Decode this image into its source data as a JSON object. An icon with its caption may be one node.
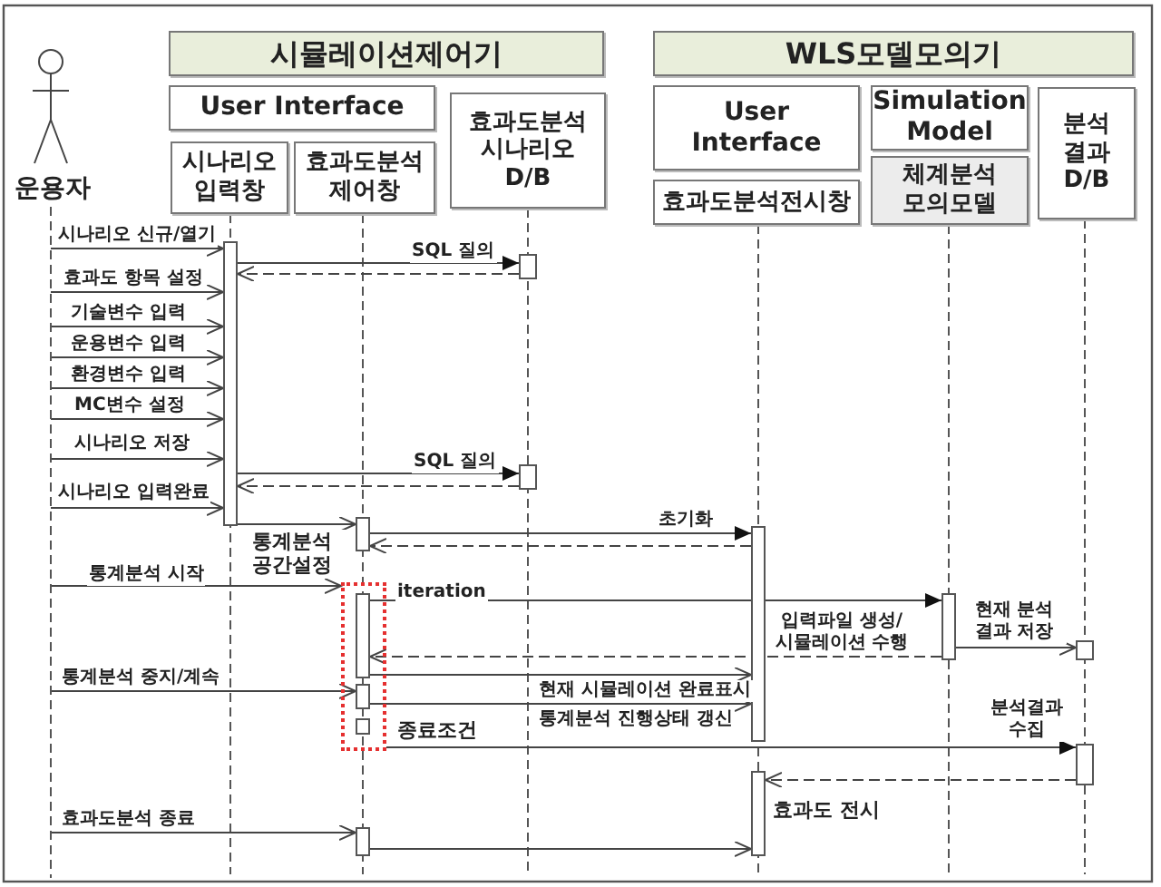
{
  "diagram": {
    "nodes": [
      {
        "text": [
          "운용자"
        ]
      },
      {
        "text": [
          "시뮬레이션제어기"
        ]
      },
      {
        "text": [
          "User Interface"
        ]
      },
      {
        "text": [
          "시나리오 입력창"
        ]
      },
      {
        "text": [
          "효과도분석 제어창"
        ]
      },
      {
        "text": [
          "효과도분석 시나리오 D/B"
        ]
      },
      {
        "text": [
          "WLS모델모의기"
        ]
      },
      {
        "text": [
          "User Interface"
        ]
      },
      {
        "text": [
          "효과도분석전시창"
        ]
      },
      {
        "text": [
          "Simulation Model"
        ]
      },
      {
        "text": [
          "체계분석 모의모델"
        ]
      },
      {
        "text": [
          "분석 결과 D/B"
        ]
      },
      {
        "text": [],
        "shape": "bar"
      },
      {
        "text": [],
        "shape": "bar"
      },
      {
        "text": [],
        "shape": "bar"
      },
      {
        "text": [],
        "shape": "bar",
        "beside": [
          "통계분석 공간설정"
        ]
      },
      {
        "text": [],
        "shape": "bar"
      },
      {
        "text": [],
        "shape": "box"
      },
      {
        "text": [],
        "shape": "bar",
        "in": 17
      },
      {
        "text": [],
        "shape": "bar"
      },
      {
        "text": [],
        "shape": "bar"
      },
      {
        "text": [],
        "shape": "bar",
        "in": 17
      },
      {
        "text": [],
        "shape": "bar",
        "in": 17,
        "beside": [
          "종료조건"
        ]
      },
      {
        "text": [],
        "shape": "bar"
      },
      {
        "text": [],
        "shape": "bar",
        "beside": [
          "효과도 전시"
        ]
      },
      {
        "text": [],
        "shape": "bar"
      }
    ],
    "edges": [
      {
        "from": 0,
        "to": 12,
        "arrow": "to",
        "label": "시나리오 신규/열기"
      },
      {
        "from": 12,
        "to": 13,
        "arrow": "to",
        "label": "SQL 질의"
      },
      {
        "from": 13,
        "to": 12,
        "arrow": "to",
        "style": "dashed"
      },
      {
        "from": 0,
        "to": 12,
        "arrow": "to",
        "label": "효과도 항목 설정"
      },
      {
        "from": 0,
        "to": 12,
        "arrow": "to",
        "label": "기술변수 입력"
      },
      {
        "from": 0,
        "to": 12,
        "arrow": "to",
        "label": "운용변수 입력"
      },
      {
        "from": 0,
        "to": 12,
        "arrow": "to",
        "label": "환경변수 입력"
      },
      {
        "from": 0,
        "to": 12,
        "arrow": "to",
        "label": "MC변수 설정"
      },
      {
        "from": 0,
        "to": 12,
        "arrow": "to",
        "label": "시나리오 저장"
      },
      {
        "from": 12,
        "to": 14,
        "arrow": "to",
        "label": "SQL 질의"
      },
      {
        "from": 14,
        "to": 12,
        "arrow": "to",
        "style": "dashed"
      },
      {
        "from": 0,
        "to": 12,
        "arrow": "to",
        "label": "시나리오 입력완료"
      },
      {
        "from": 12,
        "to": 15,
        "arrow": "to"
      },
      {
        "from": 15,
        "to": 16,
        "arrow": "to",
        "label": "초기화"
      },
      {
        "from": 16,
        "to": 15,
        "arrow": "to",
        "style": "dashed"
      },
      {
        "from": 0,
        "to": 17,
        "arrow": "to",
        "label": "통계분석 시작"
      },
      {
        "from": 18,
        "to": 19,
        "arrow": "to",
        "label": "iteration"
      },
      {
        "from": 19,
        "to": 18,
        "arrow": "to",
        "style": "dashed",
        "label": "입력파일 생성/ 시뮬레이션 수행"
      },
      {
        "from": 19,
        "to": 20,
        "arrow": "to",
        "label": "현재 분석 결과 저장"
      },
      {
        "from": 18,
        "to": 16,
        "arrow": "to",
        "label": "현재 시뮬레이션 완료표시"
      },
      {
        "from": 0,
        "to": 21,
        "arrow": "to",
        "label": "통계분석 중지/계속"
      },
      {
        "from": 21,
        "to": 16,
        "arrow": "to",
        "label": "통계분석 진행상태 갱신"
      },
      {
        "from": 17,
        "to": 23,
        "arrow": "to",
        "label": "분석결과 수집"
      },
      {
        "from": 23,
        "to": 24,
        "arrow": "to",
        "style": "dashed"
      },
      {
        "from": 0,
        "to": 25,
        "arrow": "to",
        "label": "효과도분석 종료"
      },
      {
        "from": 25,
        "to": 24,
        "arrow": "to"
      }
    ]
  }
}
